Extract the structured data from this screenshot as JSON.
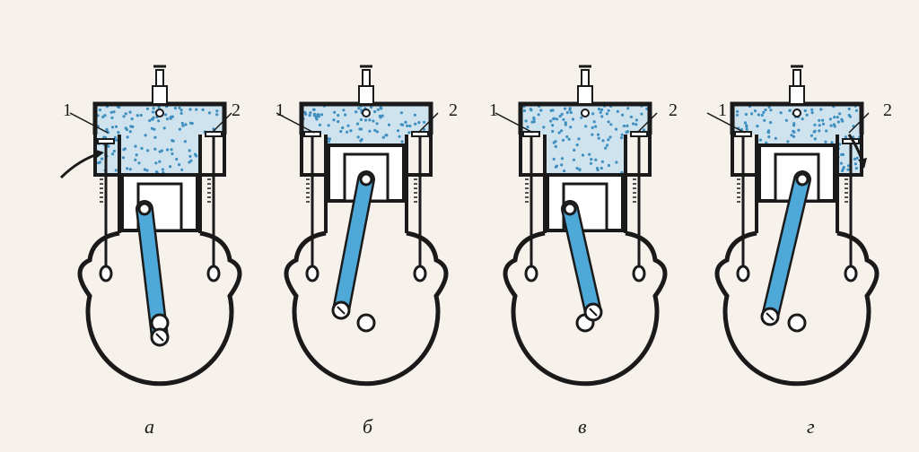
{
  "panels": [
    {
      "id": "a",
      "caption": "а",
      "valve1_label": "1",
      "valve2_label": "2"
    },
    {
      "id": "b",
      "caption": "б",
      "valve1_label": "1",
      "valve2_label": "2"
    },
    {
      "id": "v",
      "caption": "в",
      "valve1_label": "1",
      "valve2_label": "2"
    },
    {
      "id": "g",
      "caption": "г",
      "valve1_label": "1",
      "valve2_label": "2"
    }
  ],
  "colors": {
    "outline": "#1a1a1a",
    "gas_fill": "#cfe3ee",
    "gas_dots": "#3f8fc0",
    "rod": "#4ea8d8",
    "background": "#f6f1ea"
  },
  "strokes": [
    {
      "stroke": "intake",
      "piston_position": "down",
      "intake_valve": "open",
      "exhaust_valve": "closed"
    },
    {
      "stroke": "compression",
      "piston_position": "up",
      "intake_valve": "closed",
      "exhaust_valve": "closed"
    },
    {
      "stroke": "power",
      "piston_position": "down",
      "intake_valve": "closed",
      "exhaust_valve": "closed"
    },
    {
      "stroke": "exhaust",
      "piston_position": "up",
      "intake_valve": "closed",
      "exhaust_valve": "open"
    }
  ]
}
